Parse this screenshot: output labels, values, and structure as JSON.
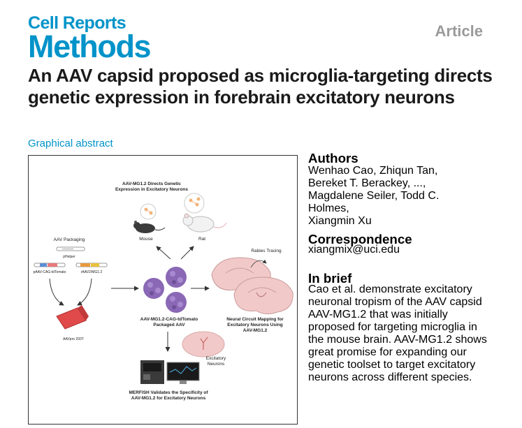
{
  "header": {
    "journal_line1": "Cell Reports",
    "journal_line2": "Methods",
    "article_type": "Article"
  },
  "title": "An AAV capsid proposed as microglia-targeting directs genetic expression in forebrain excitatory neurons",
  "graphical_abstract": {
    "heading": "Graphical abstract",
    "diagram_text": {
      "directs_line1": "AAV-MG1.2 Directs Genetic",
      "directs_line2": "Expression in Excitatory Neurons",
      "mouse": "Mouse",
      "rat": "Rat",
      "aav_packaging": "AAV Packaging",
      "phelper": "pHelper",
      "paav": "pAAV-CAG-tdTomato",
      "rcap": "rAAV2/MG1.2",
      "cells": "AAVpro 293T",
      "packaged_line1": "AAV-MG1.2-CAG-tdTomato",
      "packaged_line2": "Packaged AAV",
      "rabies": "Rabies Tracing",
      "circuit_line1": "Neural Circuit Mapping for",
      "circuit_line2": "Excitatory Neurons Using",
      "circuit_line3": "AAV-MG1.2",
      "excitatory_line1": "Excitatory",
      "excitatory_line2": "Neurons",
      "merfish_line1": "MERFISH Validates the Specificity of",
      "merfish_line2": "AAV-MG1.2 for Excitatory Neurons"
    }
  },
  "authors": {
    "heading": "Authors",
    "line1": "Wenhao Cao, Zhiqun Tan,",
    "line2": "Bereket T. Berackey, ...,",
    "line3": "Magdalene Seiler, Todd C. Holmes,",
    "line4": "Xiangmin Xu"
  },
  "correspondence": {
    "heading": "Correspondence",
    "email": "xiangmix@uci.edu"
  },
  "in_brief": {
    "heading": "In brief",
    "text": "Cao et al. demonstrate excitatory neuronal tropism of the AAV capsid AAV-MG1.2 that was initially proposed for targeting microglia in the mouse brain. AAV-MG1.2 shows great promise for expanding our genetic toolset to target excitatory neurons across different species."
  },
  "colors": {
    "brand": "#0093c9",
    "article_label": "#9a9a9a",
    "capsid": "#8a68b5",
    "brain": "#f2c9c9",
    "plasmid_orange": "#e89a3c",
    "plasmid_blue": "#5b8fd6"
  },
  "icons": [
    "mouse-icon",
    "rat-icon",
    "virus-icon",
    "brain-icon",
    "flask-icon",
    "merfish-instrument-icon",
    "plasmid-icon"
  ]
}
